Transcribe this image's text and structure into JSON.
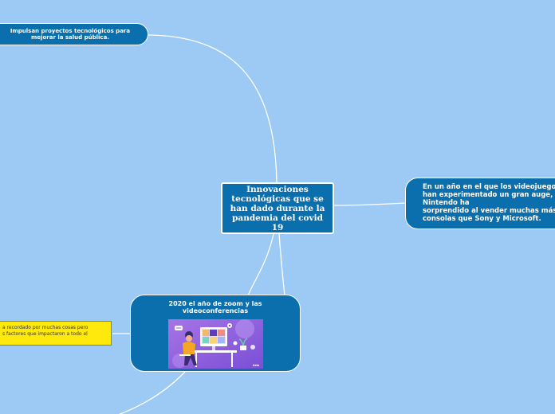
{
  "central_topic": {
    "lines": [
      "Innovaciones",
      "tecnológicas  que se",
      "han dado durante la",
      "pandemia del covid 19"
    ]
  },
  "topic_top": {
    "lines": [
      "Impulsan proyectos tecnológicos para",
      "mejorar la salud pública."
    ]
  },
  "topic_right": {
    "lines": [
      "En un año en el que los videojuegos",
      "han experimentado un gran auge,",
      "Nintendo ha",
      "sorprendido al vender muchas más",
      "consolas que Sony y Microsoft."
    ]
  },
  "topic_zoom": {
    "title": "2020 el año de zoom y las videoconferencias",
    "image_logo_text": "Arts"
  },
  "note": {
    "lines": [
      "a recordado por muchas cosas pero",
      "s factores que impactaron a todo el"
    ]
  },
  "colors": {
    "background": "#9ccaf5",
    "node_fill": "#0b6fae",
    "node_border": "#ffffff",
    "note_fill": "#ffe90d",
    "note_border": "#3fae2a"
  }
}
